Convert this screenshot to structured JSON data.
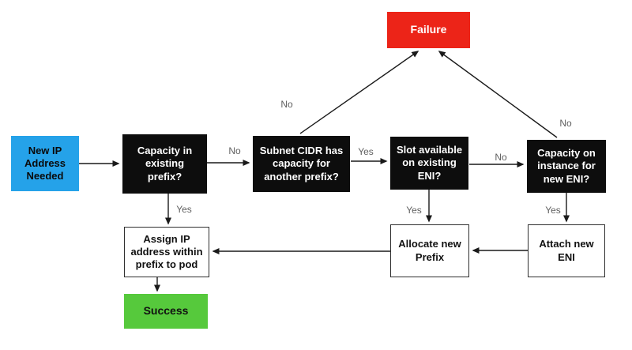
{
  "diagram": {
    "description": "Flowchart of IP address allocation decision logic (prefix/ENI capacity)",
    "background": "#ffffff",
    "line_color": "#1a1a1a",
    "label_color": "#5f5f5f"
  },
  "colors": {
    "start_blue": "#25A2E9",
    "decision_black": "#0d0d0d",
    "failure_red": "#EC2418",
    "success_green": "#56C93C",
    "process_white": "#ffffff"
  },
  "nodes": [
    {
      "id": "start",
      "type": "start",
      "color": "#25A2E9",
      "label": "New IP Address Needed"
    },
    {
      "id": "q1",
      "type": "decision",
      "color": "#0d0d0d",
      "label": "Capacity in existing prefix?"
    },
    {
      "id": "q2",
      "type": "decision",
      "color": "#0d0d0d",
      "label": "Subnet CIDR has capacity for another prefix?"
    },
    {
      "id": "q3",
      "type": "decision",
      "color": "#0d0d0d",
      "label": "Slot available on existing ENI?"
    },
    {
      "id": "q4",
      "type": "decision",
      "color": "#0d0d0d",
      "label": "Capacity on instance for new ENI?"
    },
    {
      "id": "failure",
      "type": "terminal",
      "color": "#EC2418",
      "label": "Failure"
    },
    {
      "id": "assign",
      "type": "process",
      "color": "#ffffff",
      "label": "Assign IP address within prefix to pod"
    },
    {
      "id": "allocate",
      "type": "process",
      "color": "#ffffff",
      "label": "Allocate new Prefix"
    },
    {
      "id": "attach",
      "type": "process",
      "color": "#ffffff",
      "label": "Attach new ENI"
    },
    {
      "id": "success",
      "type": "terminal",
      "color": "#56C93C",
      "label": "Success"
    }
  ],
  "edges": [
    {
      "from": "start",
      "to": "q1",
      "label": ""
    },
    {
      "from": "q1",
      "to": "q2",
      "label": "No"
    },
    {
      "from": "q2",
      "to": "q3",
      "label": "Yes"
    },
    {
      "from": "q3",
      "to": "q4",
      "label": "No"
    },
    {
      "from": "q2",
      "to": "failure",
      "label": "No"
    },
    {
      "from": "q4",
      "to": "failure",
      "label": "No"
    },
    {
      "from": "q1",
      "to": "assign",
      "label": "Yes"
    },
    {
      "from": "q3",
      "to": "allocate",
      "label": "Yes"
    },
    {
      "from": "q4",
      "to": "attach",
      "label": "Yes"
    },
    {
      "from": "attach",
      "to": "allocate",
      "label": ""
    },
    {
      "from": "allocate",
      "to": "assign",
      "label": ""
    },
    {
      "from": "assign",
      "to": "success",
      "label": ""
    }
  ]
}
